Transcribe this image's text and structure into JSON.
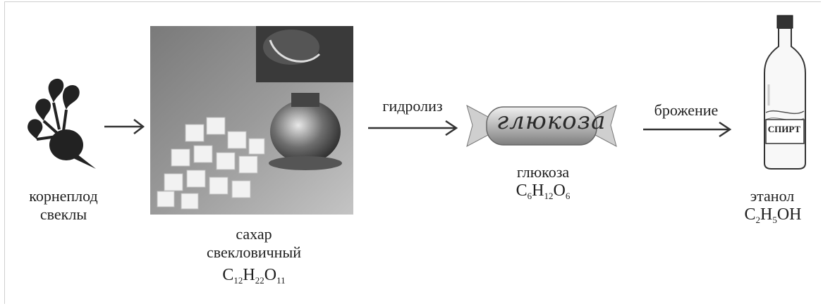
{
  "stages": {
    "beet": {
      "label_line1": "корнеплод",
      "label_line2": "свеклы"
    },
    "sugar": {
      "label_line1": "сахар",
      "label_line2": "свекловичный",
      "formula": {
        "c": "C",
        "c_n": "12",
        "h": "H",
        "h_n": "22",
        "o": "O",
        "o_n": "11"
      }
    },
    "glucose": {
      "candy_text": "глюкоза",
      "label": "глюкоза",
      "formula": {
        "c": "C",
        "c_n": "6",
        "h": "H",
        "h_n": "12",
        "o": "O",
        "o_n": "6"
      }
    },
    "ethanol": {
      "bottle_text": "СПИРТ",
      "label": "этанол",
      "formula": {
        "c": "C",
        "c_n": "2",
        "h": "H",
        "h_n": "5",
        "oh": "OH"
      }
    }
  },
  "arrows": {
    "hydrolysis": "гидролиз",
    "fermentation": "брожение"
  }
}
